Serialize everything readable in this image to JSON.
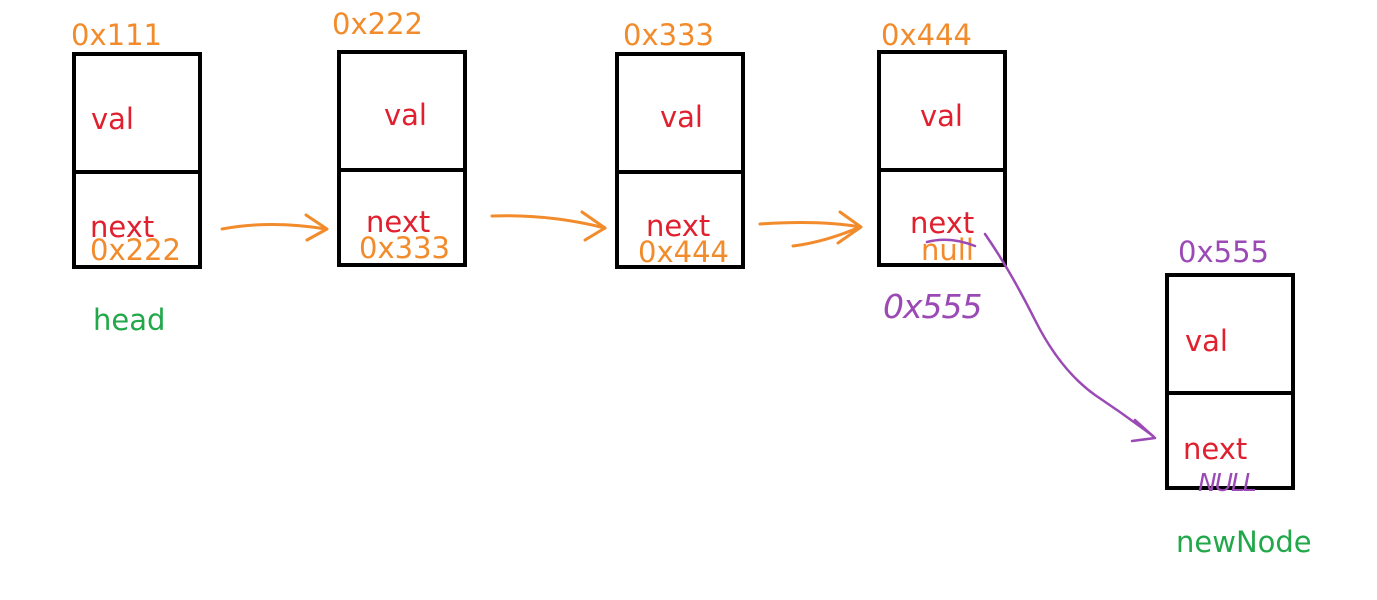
{
  "colors": {
    "address": "#f28b2b",
    "field": "#e0202e",
    "label": "#22a84a",
    "new_link": "#9b4ab5",
    "arrow": "#f28b2b"
  },
  "nodes": [
    {
      "address": "0x111",
      "val_label": "val",
      "next_label": "next",
      "next_value": "0x222"
    },
    {
      "address": "0x222",
      "val_label": "val",
      "next_label": "next",
      "next_value": "0x333"
    },
    {
      "address": "0x333",
      "val_label": "val",
      "next_label": "next",
      "next_value": "0x444"
    },
    {
      "address": "0x444",
      "val_label": "val",
      "next_label": "next",
      "next_value": "null",
      "handwritten_update": "0x555"
    },
    {
      "address": "0x555",
      "val_label": "val",
      "next_label": "next",
      "handwritten_next": "NULL"
    }
  ],
  "labels": {
    "head": "head",
    "new_node": "newNode"
  }
}
